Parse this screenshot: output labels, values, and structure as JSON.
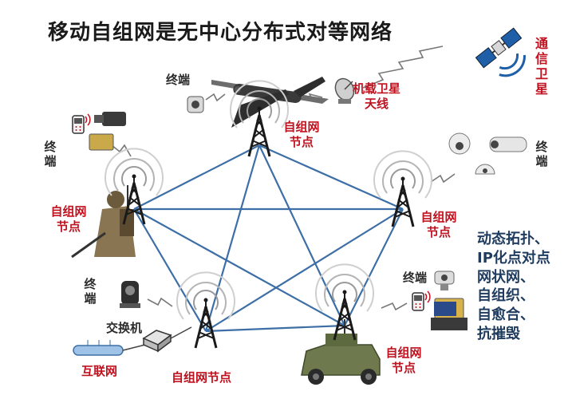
{
  "title": "移动自组网是无中心分布式对等网络",
  "nodes": {
    "top": "自组网节点",
    "left": "自组网节点",
    "right": "自组网节点",
    "bottom_left": "自组网节点",
    "bottom_right": "自组网节点"
  },
  "labels": {
    "terminal_uav": "终端",
    "terminal_left": "终端",
    "terminal_right": "终端",
    "terminal_lower_left": "终端",
    "terminal_lower_right": "终端",
    "airborne_antenna": "机载卫星天线",
    "satellite": "通信卫星",
    "switch": "交换机",
    "internet": "互联网"
  },
  "features": [
    "动态拓扑、",
    "IP化点对点",
    "网状网、",
    "自组织、",
    "自愈合、",
    "抗摧毁"
  ],
  "colors": {
    "mesh_line": "#3d6fa6",
    "tower": "#1a1a1a",
    "red_label": "#c0111f",
    "feature_text": "#1f3b5e"
  }
}
